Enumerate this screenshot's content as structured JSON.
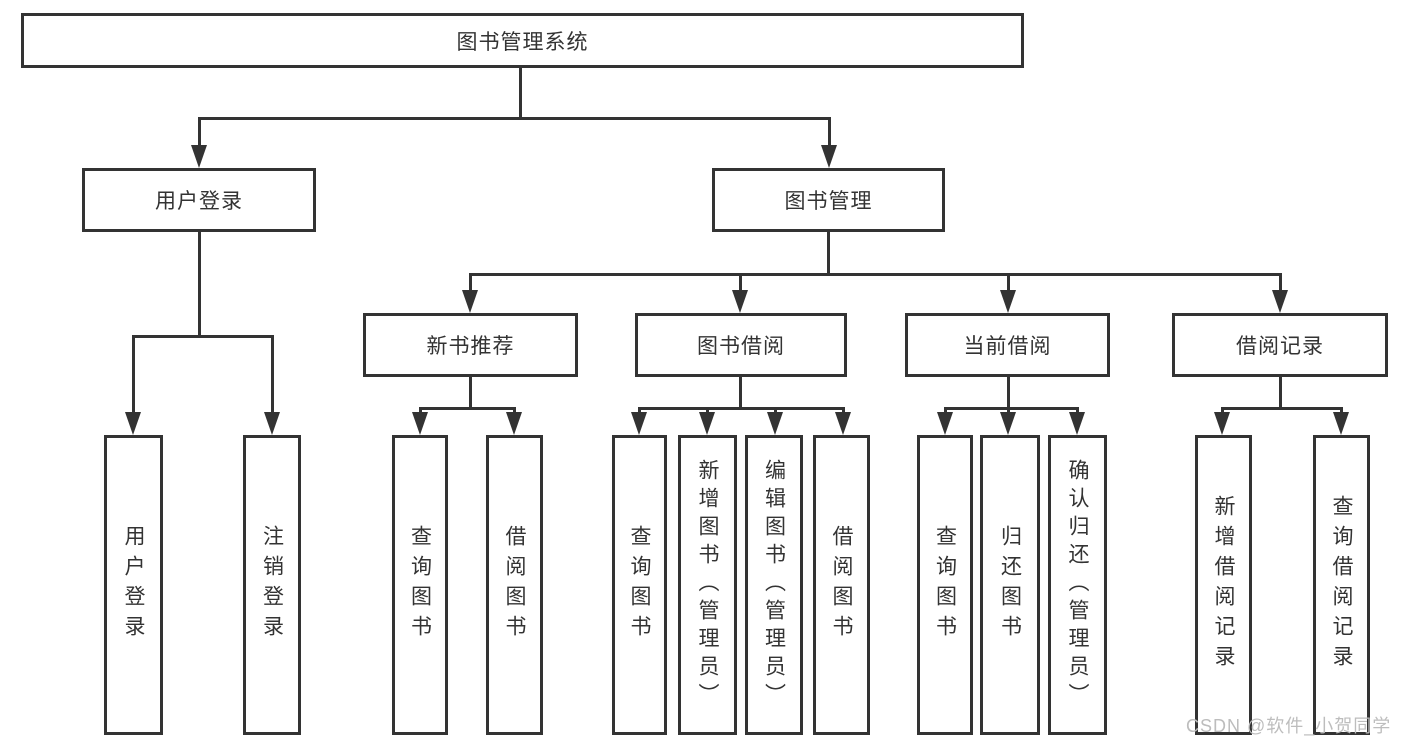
{
  "diagram_title": "图书管理系统",
  "tree": {
    "root": "图书管理系统",
    "branches": [
      {
        "label": "用户登录",
        "children": [
          "用户登录",
          "注销登录"
        ]
      },
      {
        "label": "图书管理",
        "children": [
          {
            "label": "新书推荐",
            "children": [
              "查询图书",
              "借阅图书"
            ]
          },
          {
            "label": "图书借阅",
            "children": [
              "查询图书",
              "新增图书（管理员）",
              "编辑图书（管理员）",
              "借阅图书"
            ]
          },
          {
            "label": "当前借阅",
            "children": [
              "查询图书",
              "归还图书",
              "确认归还（管理员）"
            ]
          },
          {
            "label": "借阅记录",
            "children": [
              "新增借阅记录",
              "查询借阅记录"
            ]
          }
        ]
      }
    ]
  },
  "watermark": {
    "text": "CSDN @软件_小贺同学"
  },
  "colors": {
    "line": "#333333",
    "text": "#333333",
    "background": "#ffffff",
    "watermark": "#bdbdbd"
  }
}
